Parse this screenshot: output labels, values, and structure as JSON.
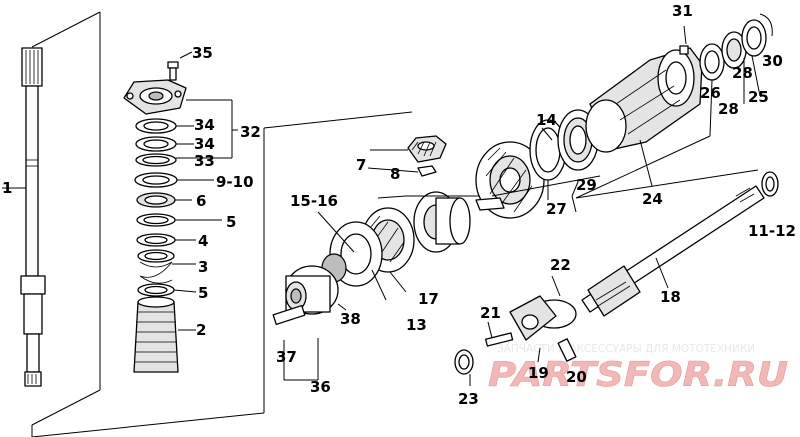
{
  "callouts": {
    "c1": "1",
    "c2": "2",
    "c3": "3",
    "c4": "4",
    "c5a": "5",
    "c5b": "5",
    "c6": "6",
    "c7": "7",
    "c8": "8",
    "c9_10": "9-10",
    "c11_12": "11-12",
    "c13": "13",
    "c14": "14",
    "c15_16": "15-16",
    "c17": "17",
    "c18": "18",
    "c19": "19",
    "c20": "20",
    "c21": "21",
    "c22": "22",
    "c23": "23",
    "c24": "24",
    "c25": "25",
    "c26": "26",
    "c27": "27",
    "c28a": "28",
    "c28b": "28",
    "c29": "29",
    "c30": "30",
    "c31": "31",
    "c32": "32",
    "c33": "33",
    "c34a": "34",
    "c34b": "34",
    "c35": "35",
    "c36": "36",
    "c37": "37",
    "c38": "38"
  },
  "watermark": {
    "subtitle": "ЗАПЧАСТИ И АКСЕССУАРЫ ДЛЯ МОТОТЕХНИКИ",
    "logo": "PARTSFOR.RU",
    "logo_color": "#f2b8b8"
  }
}
